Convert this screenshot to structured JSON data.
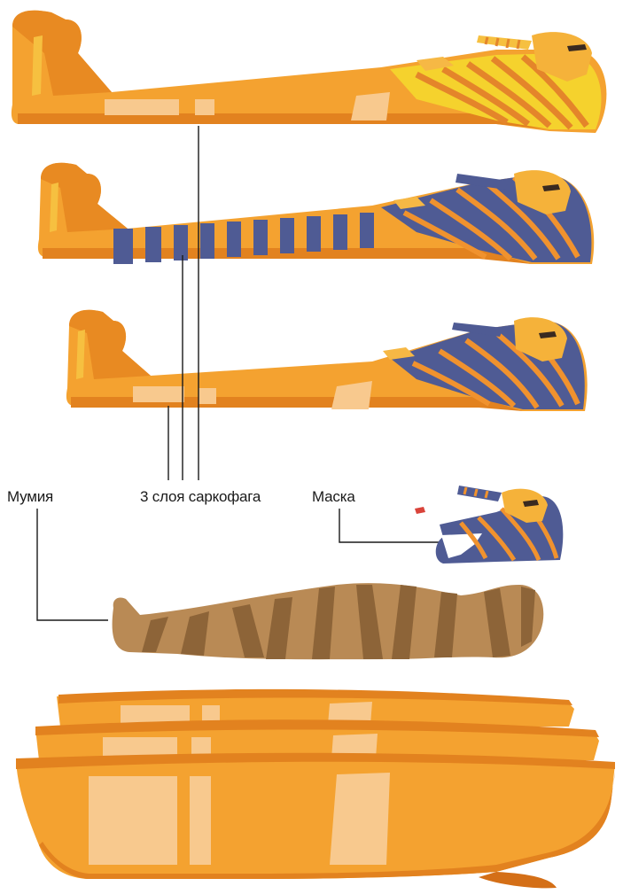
{
  "labels": {
    "mummy": "Мумия",
    "sarcophagus_layers": "3 слоя саркофага",
    "mask": "Маска"
  },
  "colors": {
    "gold": "#f4a230",
    "gold_light": "#f7b94e",
    "gold_dark": "#e2821f",
    "gold_deep": "#d46f17",
    "gold_panel": "#f8c98e",
    "yellow": "#f5d22d",
    "blue": "#4f5b94",
    "blue_dark": "#3e477e",
    "linen": "#b98a55",
    "linen_dark": "#8d6438",
    "leader_line": "#1a1a1a"
  }
}
